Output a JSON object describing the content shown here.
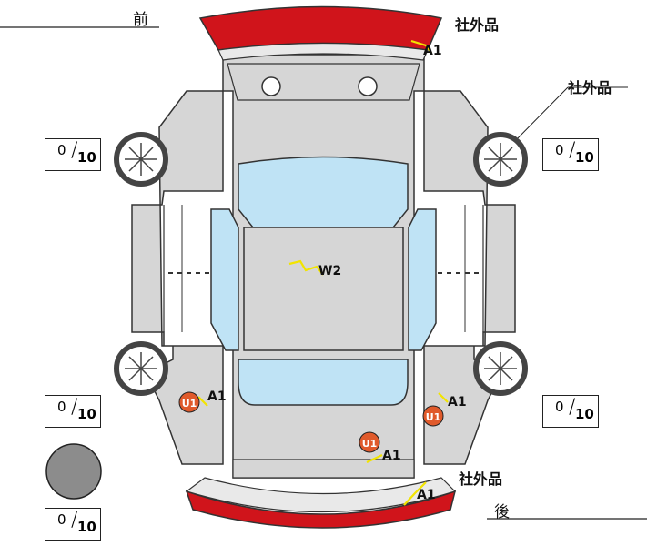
{
  "labels": {
    "front": "前",
    "rear": "後",
    "aftermarket_front": "社外品",
    "aftermarket_right": "社外品",
    "aftermarket_rear": "社外品"
  },
  "damage_codes": [
    {
      "id": "front-bumper",
      "code": "A1",
      "badge": ""
    },
    {
      "id": "roof",
      "code": "W2",
      "badge": ""
    },
    {
      "id": "left-rear-fender",
      "code": "A1",
      "badge": "U1"
    },
    {
      "id": "right-rear-fender",
      "code": "A1",
      "badge": "U1"
    },
    {
      "id": "trunk",
      "code": "A1",
      "badge": "U1"
    },
    {
      "id": "rear-bumper",
      "code": "A1",
      "badge": ""
    }
  ],
  "tire_tread": {
    "front_left": {
      "value": "0",
      "max": "10"
    },
    "front_right": {
      "value": "0",
      "max": "10"
    },
    "rear_left": {
      "value": "0",
      "max": "10"
    },
    "rear_right": {
      "value": "0",
      "max": "10"
    },
    "spare": {
      "value": "0",
      "max": "10"
    }
  },
  "colors": {
    "body": "#d6d6d6",
    "outline": "#333333",
    "glass": "#bfe3f5",
    "bumper": "#d0141b",
    "badge": "#e05a2b",
    "scratch": "#f2e400",
    "spare": "#8c8c8c"
  }
}
